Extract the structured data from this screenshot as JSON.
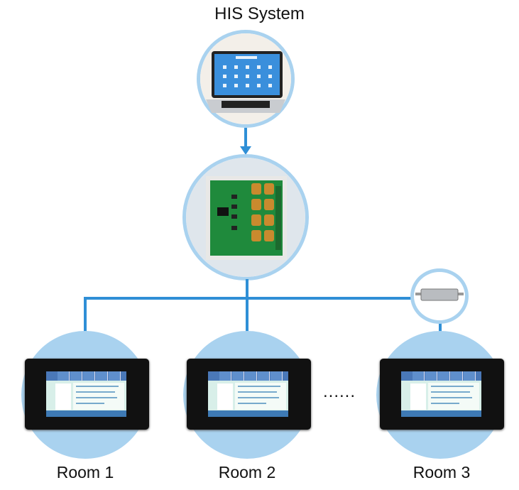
{
  "title": "HIS System",
  "nodes": {
    "his": {
      "icon": "laptop-icon"
    },
    "controller": {
      "icon": "circuit-board-icon"
    },
    "repeater": {
      "icon": "signal-box-icon"
    }
  },
  "rooms": [
    {
      "label": "Room 1"
    },
    {
      "label": "Room 2"
    },
    {
      "label": "Room 3"
    }
  ],
  "ellipsis": "......",
  "colors": {
    "line": "#2f8fd6",
    "circle": "#a9d2ef"
  }
}
